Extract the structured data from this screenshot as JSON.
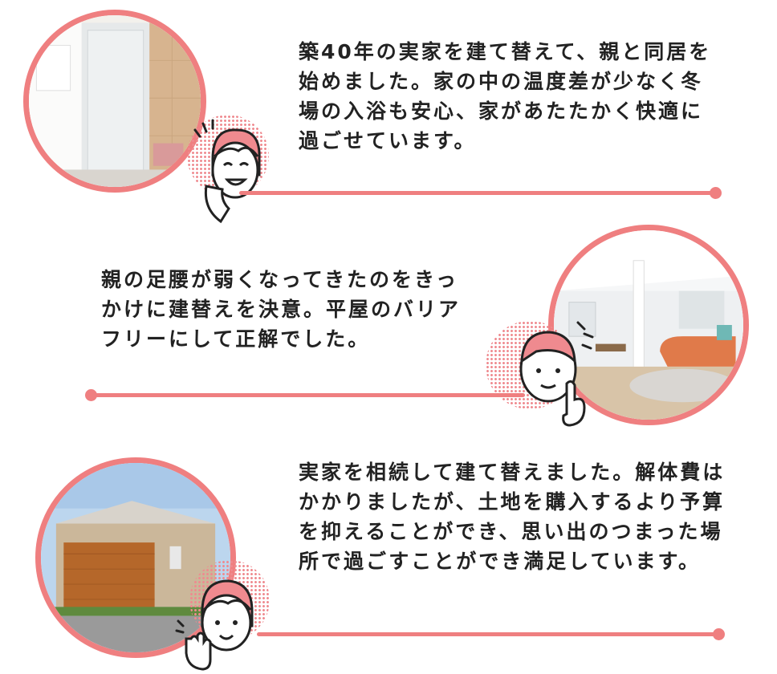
{
  "testimonials": [
    {
      "text": "築40年の実家を建て替えて、親と同居を始めました。家の中の温度差が少なく冬場の入浴も安心、家があたたかく快適に過ごせています。",
      "photo": "bathroom-photo",
      "avatar": "woman-smiling-icon"
    },
    {
      "text": "親の足腰が弱くなってきたのをきっかけに建替えを決意。平屋のバリアフリーにして正解でした。",
      "photo": "living-room-photo",
      "avatar": "man-pointing-icon"
    },
    {
      "text": "実家を相続して建て替えました。解体費はかかりましたが、土地を購入するより予算を抑えることができ、思い出のつまった場所で過ごすことができ満足しています。",
      "photo": "house-exterior-photo",
      "avatar": "woman-waving-icon"
    }
  ],
  "colors": {
    "accent": "#ef7f80",
    "text": "#222222"
  }
}
